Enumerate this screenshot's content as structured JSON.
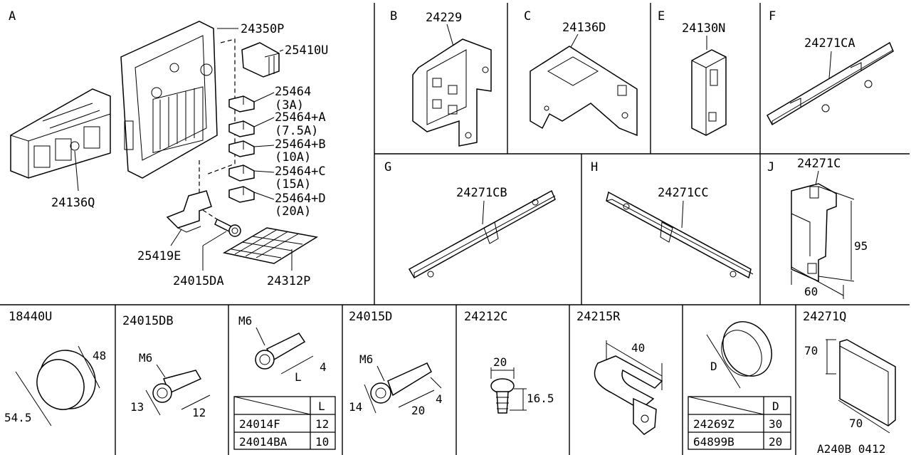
{
  "sections": {
    "A": {
      "label": "A",
      "parts": {
        "p24350P": "24350P",
        "p25410U": "25410U",
        "p25464": "25464",
        "p25464_amp": "(3A)",
        "p25464A": "25464+A",
        "p25464A_amp": "(7.5A)",
        "p25464B": "25464+B",
        "p25464B_amp": "(10A)",
        "p25464C": "25464+C",
        "p25464C_amp": "(15A)",
        "p25464D": "25464+D",
        "p25464D_amp": "(20A)",
        "p24136Q": "24136Q",
        "p25419E": "25419E",
        "p24015DA": "24015DA",
        "p24312P": "24312P"
      }
    },
    "B": {
      "label": "B",
      "part": "24229"
    },
    "C": {
      "label": "C",
      "part": "24136D"
    },
    "E": {
      "label": "E",
      "part": "24130N"
    },
    "F": {
      "label": "F",
      "part": "24271CA"
    },
    "G": {
      "label": "G",
      "part": "24271CB"
    },
    "H": {
      "label": "H",
      "part": "24271CC"
    },
    "J": {
      "label": "J",
      "part": "24271C",
      "dim_h": "95",
      "dim_w": "60"
    },
    "b1": {
      "part": "18440U",
      "dim_a": "48",
      "dim_b": "54.5"
    },
    "b2": {
      "part": "24015DB",
      "thread": "M6",
      "dim_a": "13",
      "dim_b": "12"
    },
    "b3": {
      "thread": "M6",
      "dim_l": "L",
      "dim_pitch": "4",
      "table_header": "L",
      "rows": [
        {
          "part": "24014F",
          "value": "12"
        },
        {
          "part": "24014BA",
          "value": "10"
        }
      ]
    },
    "b4": {
      "part": "24015D",
      "thread": "M6",
      "dim_a": "14",
      "dim_b": "20",
      "dim_pitch": "4"
    },
    "b5": {
      "part": "24212C",
      "dim_w": "20",
      "dim_h": "16.5"
    },
    "b6": {
      "part": "24215R",
      "dim": "40"
    },
    "b7": {
      "dim": "D",
      "table_header": "D",
      "rows": [
        {
          "part": "24269Z",
          "value": "30"
        },
        {
          "part": "64899B",
          "value": "20"
        }
      ]
    },
    "b8": {
      "part": "24271Q",
      "dim_a": "70",
      "dim_b": "70"
    }
  },
  "footer_code": "A240B 0412"
}
